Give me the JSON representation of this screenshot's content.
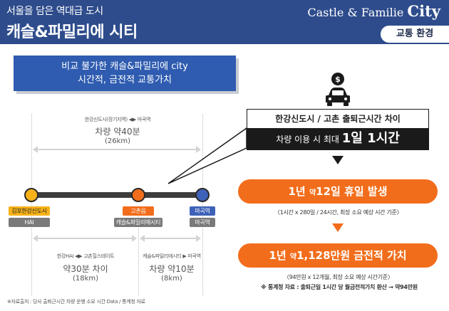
{
  "header": {
    "subtitle": "서울을 담은 역대급 도시",
    "title": "캐슬&파밀리에 시티",
    "brand_prefix": "Castle & Familie ",
    "brand_suffix": "City",
    "tag": "교통 환경"
  },
  "intro": {
    "line1": "비교 불가한 캐슬&파밀리에 city",
    "line2": "시간적, 금전적 교통가치"
  },
  "route_top": {
    "small": "한강신도시(장기지역) ◀▶ 마곡역",
    "time": "차량 약40분",
    "distance": "(26km)"
  },
  "stations": [
    {
      "name": "김포한강신도시",
      "sub": "HAI"
    },
    {
      "name": "고촌읍",
      "sub": "캐슬&파밀리에시티"
    },
    {
      "name": "마곡역",
      "sub": "마곡역"
    }
  ],
  "route_left": {
    "small": "한강HAI ◀▶ 고촌힐스테이트",
    "time": "약30분 차이",
    "distance": "(18km)"
  },
  "route_right": {
    "small": "캐슬&파밀리에시티 ▶ 마곡역",
    "time": "차량 약10분",
    "distance": "(8km)"
  },
  "source": "※자료출처 : 당사 출퇴근시간 차량 운행 소요 시간 Data / 통계청 자료",
  "compare": {
    "head": "한강신도시 / 고촌 출퇴근시간 차이",
    "body_pre": "차량 이용 시 최대 ",
    "body_big": "1일 1시간"
  },
  "holiday": {
    "pre": "1년 ",
    "small": "약",
    "main": "12일 휴일 발생",
    "note": "〈1시간 x 280일 / 24시간, 최장 소요 예상 시간 기준〉"
  },
  "money": {
    "pre": "1년 ",
    "small": "약",
    "main": "1,128만원 금전적 가치",
    "note1": "〈94만원 x 12개월, 최장 소요 예상 시간기준〉",
    "note2": "※ 통계청 자료 : 출퇴근일 1시간 당 월금전적가치 환산 → 약94만원"
  },
  "colors": {
    "navy": "#2e4c8c",
    "blue": "#2f5cb0",
    "orange": "#f26d1b",
    "dark": "#1a1a1a",
    "yellow": "#f7b219",
    "dot_blue": "#3e62b8"
  },
  "icons": [
    "coin-icon",
    "car-icon",
    "triangle-down-icon"
  ]
}
